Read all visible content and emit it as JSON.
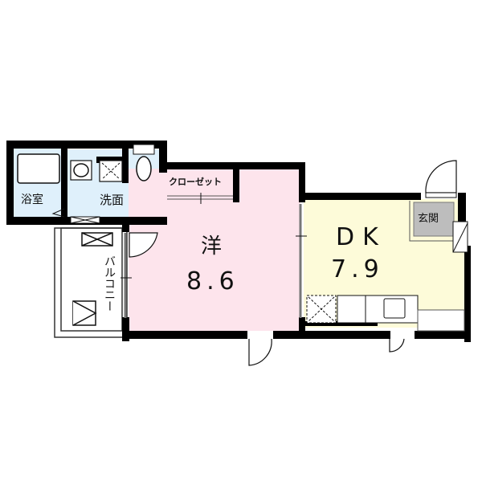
{
  "plan": {
    "rooms": [
      {
        "id": "bath",
        "label": "浴室"
      },
      {
        "id": "washroom",
        "label": "洗面"
      },
      {
        "id": "closet",
        "label": "クローゼット"
      },
      {
        "id": "western",
        "label": "洋",
        "area": "8.6"
      },
      {
        "id": "dk",
        "label": "DK",
        "area": "7.9"
      },
      {
        "id": "entrance",
        "label": "玄関"
      },
      {
        "id": "balcony",
        "label": "バルコニー"
      }
    ],
    "colors": {
      "bath": "#dff0fb",
      "washroom": "#dff0fb",
      "closet": "#c9caf5",
      "western": "#fde4ec",
      "dk": "#fdfbd9",
      "entrance": "#bdbdbd",
      "wall": "#000000"
    }
  }
}
